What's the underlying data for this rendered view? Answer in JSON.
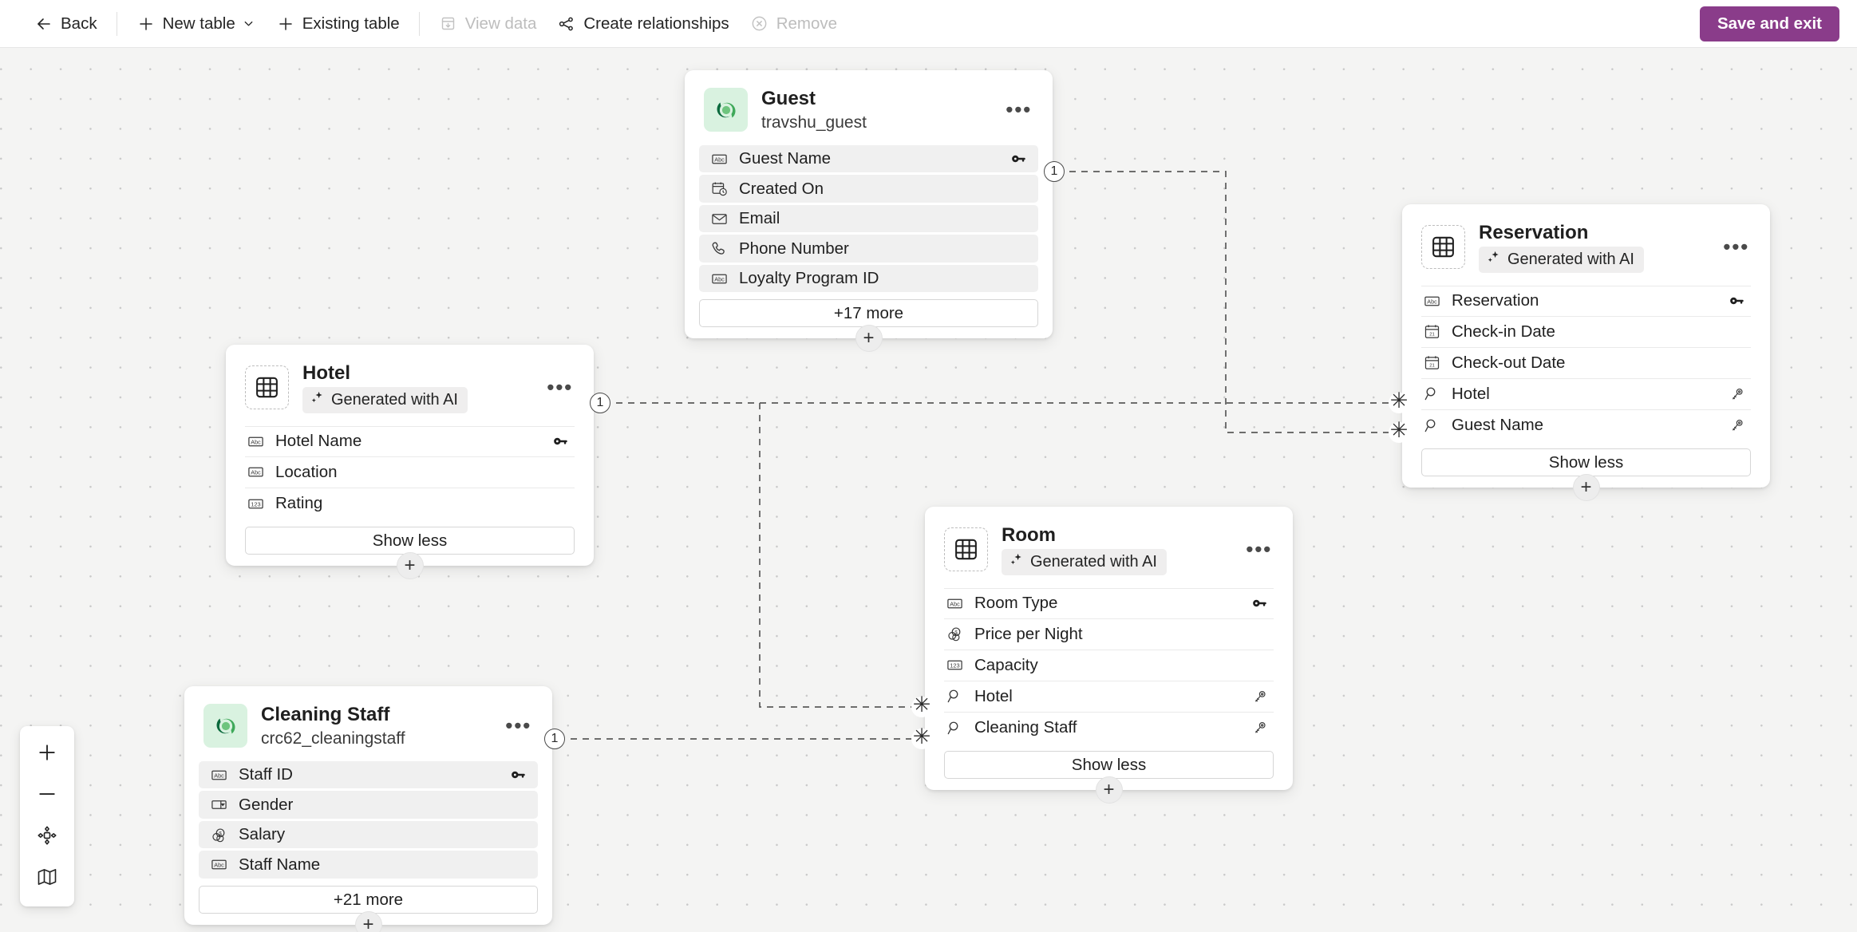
{
  "toolbar": {
    "items": [
      {
        "label": "Back",
        "icon": "arrow-left-icon",
        "enabled": true,
        "caret": false
      },
      {
        "label": "New table",
        "icon": "plus-icon",
        "enabled": true,
        "caret": true
      },
      {
        "label": "Existing table",
        "icon": "plus-icon",
        "enabled": true,
        "caret": false
      },
      {
        "label": "View data",
        "icon": "view-data-icon",
        "enabled": false,
        "caret": false
      },
      {
        "label": "Create relationships",
        "icon": "relationships-icon",
        "enabled": true,
        "caret": false
      },
      {
        "label": "Remove",
        "icon": "remove-circle-icon",
        "enabled": false,
        "caret": false
      }
    ],
    "save_label": "Save and exit",
    "accent_color": "#8a3c8a"
  },
  "zoom_dock": {
    "buttons": [
      {
        "name": "zoom-in",
        "icon": "plus-icon"
      },
      {
        "name": "zoom-out",
        "icon": "minus-icon"
      },
      {
        "name": "fit-to-view",
        "icon": "fit-view-icon"
      },
      {
        "name": "mini-map",
        "icon": "map-icon"
      }
    ]
  },
  "tables": [
    {
      "id": "guest",
      "title": "Guest",
      "subtitle": "travshu_guest",
      "badge": null,
      "icon": "dataverse-logo-icon",
      "style": "pill",
      "more_label": "+17 more",
      "fields": [
        {
          "name": "Guest Name",
          "type_icon": "abc-text-icon",
          "key": "primary-key-icon"
        },
        {
          "name": "Created On",
          "type_icon": "date-time-icon",
          "key": null
        },
        {
          "name": "Email",
          "type_icon": "email-icon",
          "key": null
        },
        {
          "name": "Phone Number",
          "type_icon": "phone-icon",
          "key": null
        },
        {
          "name": "Loyalty Program ID",
          "type_icon": "abc-text-icon",
          "key": null
        }
      ]
    },
    {
      "id": "hotel",
      "title": "Hotel",
      "subtitle": null,
      "badge": "Generated with AI",
      "icon": "table-grid-icon",
      "style": "line",
      "more_label": "Show less",
      "fields": [
        {
          "name": "Hotel Name",
          "type_icon": "abc-text-icon",
          "key": "primary-key-icon"
        },
        {
          "name": "Location",
          "type_icon": "abc-text-icon",
          "key": null
        },
        {
          "name": "Rating",
          "type_icon": "number-123-icon",
          "key": null
        }
      ]
    },
    {
      "id": "reservation",
      "title": "Reservation",
      "subtitle": null,
      "badge": "Generated with AI",
      "icon": "table-grid-icon",
      "style": "line",
      "more_label": "Show less",
      "fields": [
        {
          "name": "Reservation",
          "type_icon": "abc-text-icon",
          "key": "primary-key-icon"
        },
        {
          "name": "Check-in Date",
          "type_icon": "calendar-icon",
          "key": null
        },
        {
          "name": "Check-out Date",
          "type_icon": "calendar-icon",
          "key": null
        },
        {
          "name": "Hotel",
          "type_icon": "lookup-search-icon",
          "key": "foreign-key-icon"
        },
        {
          "name": "Guest Name",
          "type_icon": "lookup-search-icon",
          "key": "foreign-key-icon"
        }
      ]
    },
    {
      "id": "room",
      "title": "Room",
      "subtitle": null,
      "badge": "Generated with AI",
      "icon": "table-grid-icon",
      "style": "line",
      "more_label": "Show less",
      "fields": [
        {
          "name": "Room Type",
          "type_icon": "abc-text-icon",
          "key": "primary-key-icon"
        },
        {
          "name": "Price per Night",
          "type_icon": "currency-icon",
          "key": null
        },
        {
          "name": "Capacity",
          "type_icon": "number-123-icon",
          "key": null
        },
        {
          "name": "Hotel",
          "type_icon": "lookup-search-icon",
          "key": "foreign-key-icon"
        },
        {
          "name": "Cleaning Staff",
          "type_icon": "lookup-search-icon",
          "key": "foreign-key-icon"
        }
      ]
    },
    {
      "id": "cleaning_staff",
      "title": "Cleaning Staff",
      "subtitle": "crc62_cleaningstaff",
      "badge": null,
      "icon": "dataverse-logo-icon",
      "style": "pill",
      "more_label": "+21 more",
      "fields": [
        {
          "name": "Staff ID",
          "type_icon": "abc-text-icon",
          "key": "primary-key-icon"
        },
        {
          "name": "Gender",
          "type_icon": "choice-dropdown-icon",
          "key": null
        },
        {
          "name": "Salary",
          "type_icon": "currency-icon",
          "key": null
        },
        {
          "name": "Staff Name",
          "type_icon": "abc-text-icon",
          "key": null
        }
      ]
    }
  ],
  "relationships": [
    {
      "from_table": "guest",
      "from_field": "Guest Name",
      "from_card": "1",
      "to_table": "reservation",
      "to_field": "Guest Name",
      "to_card": "*"
    },
    {
      "from_table": "hotel",
      "from_field": "Hotel Name",
      "from_card": "1",
      "to_table": "reservation",
      "to_field": "Hotel",
      "to_card": "*"
    },
    {
      "from_table": "hotel",
      "from_field": "Hotel Name",
      "from_card": "1",
      "to_table": "room",
      "to_field": "Hotel",
      "to_card": "*"
    },
    {
      "from_table": "cleaning_staff",
      "from_field": "Staff ID",
      "from_card": "1",
      "to_table": "room",
      "to_field": "Cleaning Staff",
      "to_card": "*"
    }
  ],
  "markers": {
    "one": "1",
    "many": "✳"
  },
  "plus_label": "+"
}
